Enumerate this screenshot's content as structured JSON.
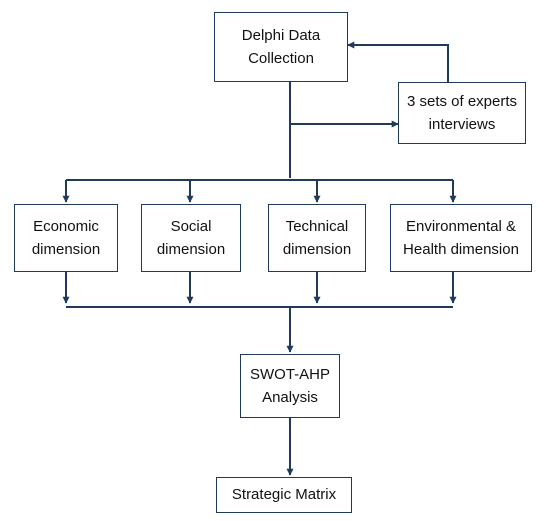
{
  "nodes": {
    "delphi": {
      "lines": [
        "Delphi Data",
        "Collection"
      ]
    },
    "experts": {
      "lines": [
        "3 sets of experts",
        "interviews"
      ]
    },
    "economic": {
      "lines": [
        "Economic",
        "dimension"
      ]
    },
    "social": {
      "lines": [
        "Social",
        "dimension"
      ]
    },
    "technical": {
      "lines": [
        "Technical",
        "dimension"
      ]
    },
    "environmental": {
      "lines": [
        "Environmental &",
        "Health dimension"
      ]
    },
    "swot": {
      "lines": [
        "SWOT-AHP",
        "Analysis"
      ]
    },
    "strategic": {
      "lines": [
        "Strategic Matrix"
      ]
    }
  },
  "edges": [
    {
      "from": "delphi",
      "to": "experts"
    },
    {
      "from": "experts",
      "to": "delphi"
    },
    {
      "from": "delphi",
      "to": "economic"
    },
    {
      "from": "delphi",
      "to": "social"
    },
    {
      "from": "delphi",
      "to": "technical"
    },
    {
      "from": "delphi",
      "to": "environmental"
    },
    {
      "from": "economic",
      "to": "swot"
    },
    {
      "from": "social",
      "to": "swot"
    },
    {
      "from": "technical",
      "to": "swot"
    },
    {
      "from": "environmental",
      "to": "swot"
    },
    {
      "from": "swot",
      "to": "strategic"
    }
  ],
  "colors": {
    "stroke": "#1f3a5a",
    "text": "#111111",
    "background": "#ffffff"
  }
}
